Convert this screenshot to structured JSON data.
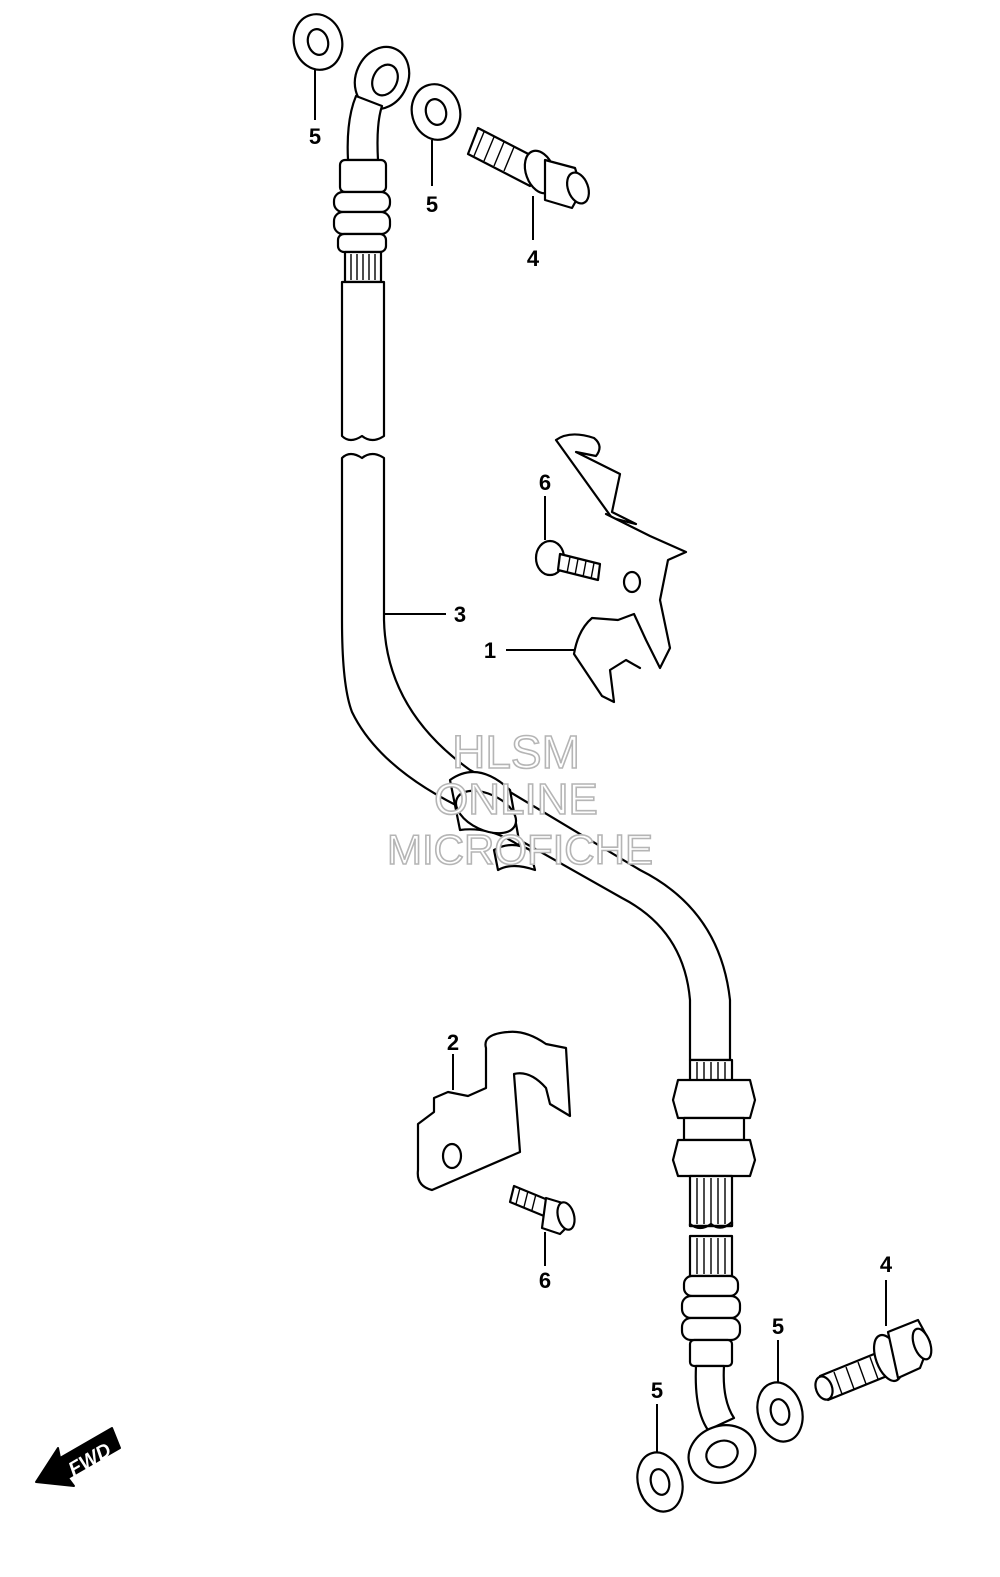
{
  "callouts": {
    "c5a": "5",
    "c5b": "5",
    "c4a": "4",
    "c6a": "6",
    "c3": "3",
    "c1": "1",
    "c2": "2",
    "c6b": "6",
    "c4b": "4",
    "c5c": "5",
    "c5d": "5"
  },
  "watermark": {
    "line1": "HLSM",
    "line2": "ONLINE",
    "line3": "MICROFICHE"
  },
  "fwd_label": "FWD",
  "colors": {
    "line": "#000000",
    "watermark": "#b5b5b5"
  }
}
